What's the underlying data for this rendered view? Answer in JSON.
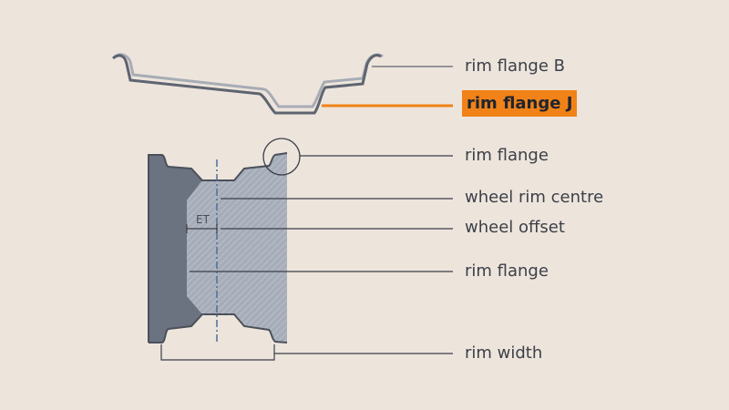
{
  "labels": {
    "rim_flange_b": "rim flange B",
    "rim_flange_j": "rim flange J",
    "rim_flange_top": "rim flange",
    "wheel_rim_centre": "wheel rim centre",
    "wheel_offset": "wheel offset",
    "rim_flange_mid": "rim flange",
    "rim_width": "rim width",
    "et": "ET"
  },
  "colors": {
    "background": "#ede5dc",
    "highlight": "#f08218",
    "dark": "#6b7280",
    "light": "#a4abb7",
    "line": "#3c3f48"
  }
}
